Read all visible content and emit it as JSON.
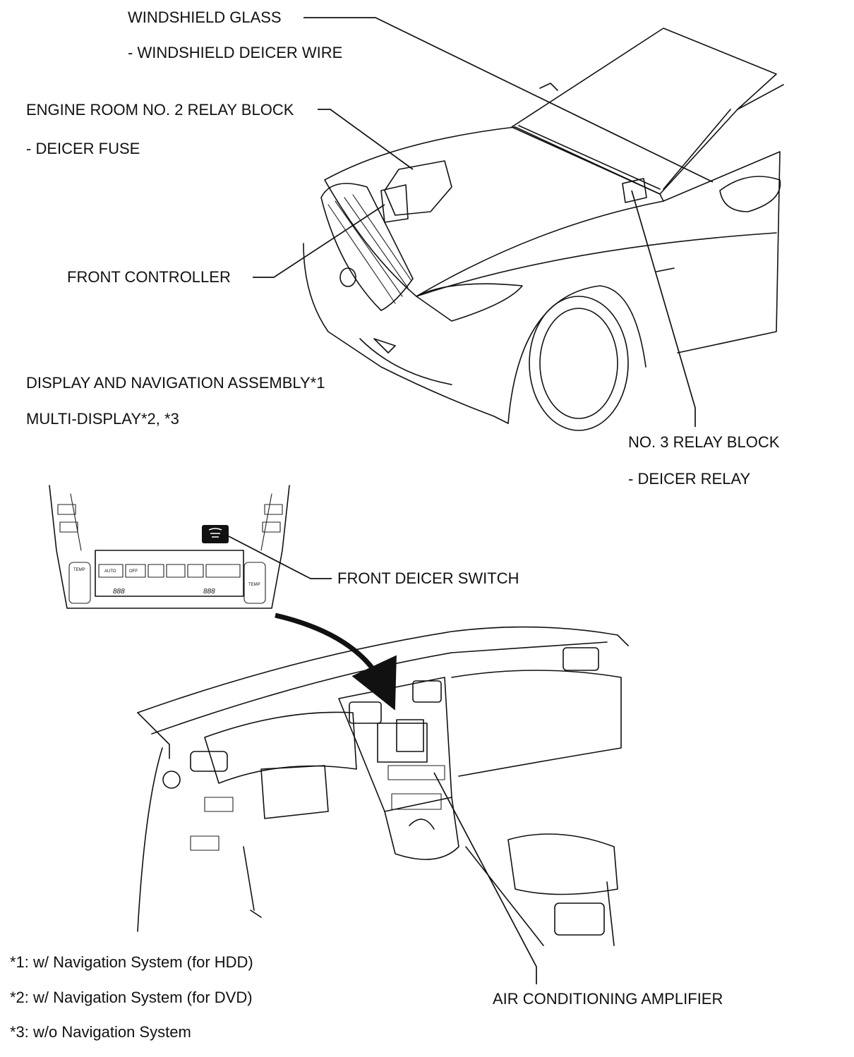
{
  "labels": {
    "windshield_glass": "WINDSHIELD GLASS",
    "windshield_deicer_wire": "- WINDSHIELD DEICER WIRE",
    "engine_room_relay_block": "ENGINE ROOM NO. 2 RELAY BLOCK",
    "deicer_fuse": "- DEICER FUSE",
    "front_controller": "FRONT CONTROLLER",
    "display_navigation_assembly": "DISPLAY AND NAVIGATION ASSEMBLY*1",
    "multi_display": "MULTI-DISPLAY*2, *3",
    "no3_relay_block": "NO. 3 RELAY BLOCK",
    "deicer_relay": "- DEICER RELAY",
    "front_deicer_switch": "FRONT DEICER SWITCH",
    "air_conditioning_amplifier": "AIR CONDITIONING AMPLIFIER"
  },
  "panel": {
    "auto": "AUTO",
    "off": "OFF",
    "temp": "TEMP",
    "temp_display_left": "888",
    "temp_display_right": "888"
  },
  "footnotes": [
    "*1: w/ Navigation System (for HDD)",
    "*2: w/ Navigation System (for DVD)",
    "*3: w/o Navigation System"
  ]
}
